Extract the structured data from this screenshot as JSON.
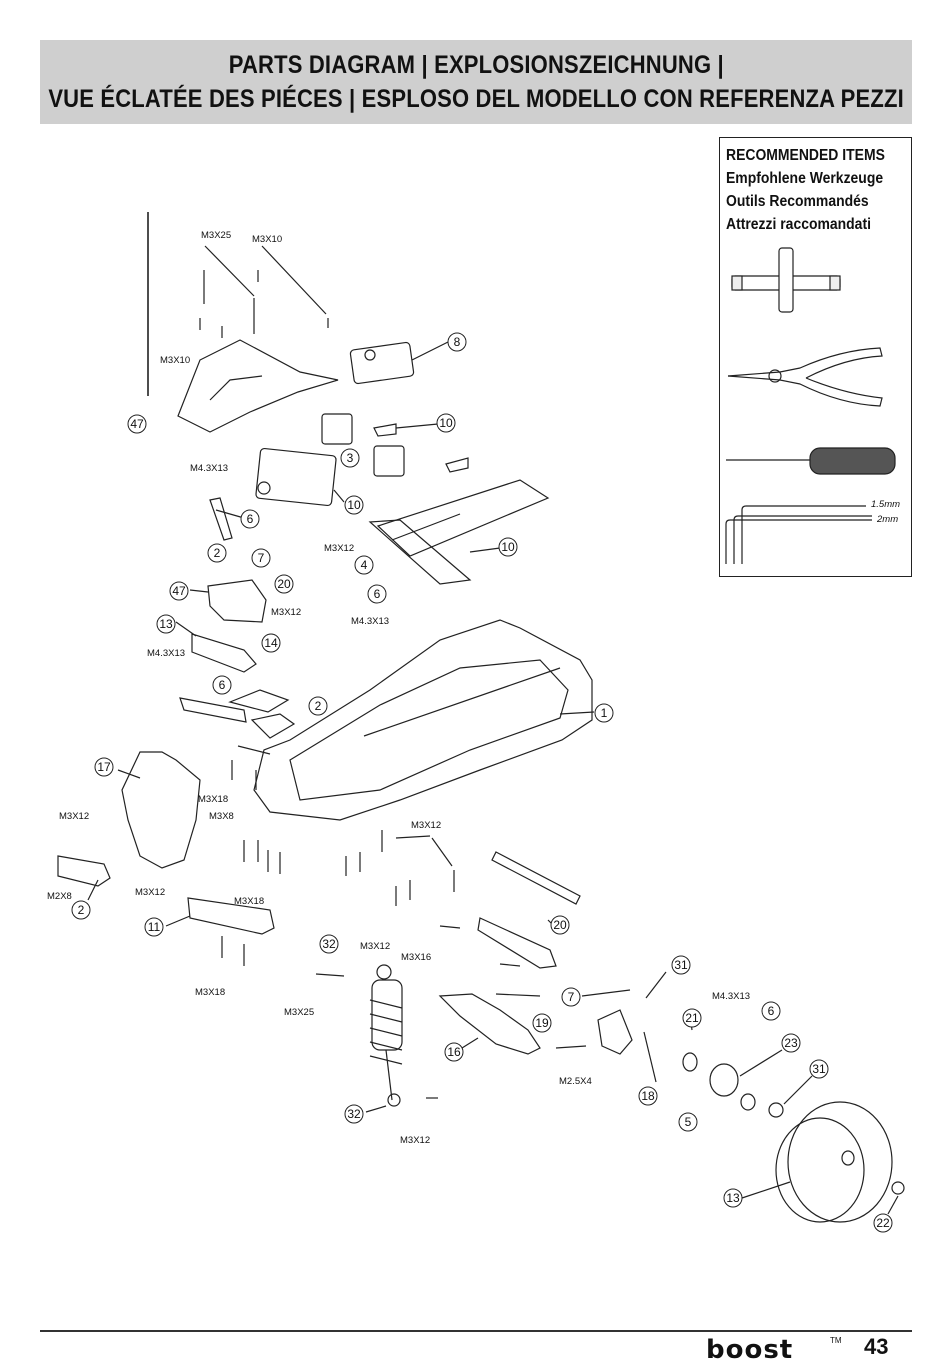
{
  "header": {
    "line1": "PARTS DIAGRAM | EXPLOSIONSZEICHNUNG |",
    "line2": "VUE ÉCLATÉE DES PIÉCES | ESPLOSO DEL MODELLO CON REFERENZA PEZZI"
  },
  "recommended": {
    "lines": [
      "RECOMMENDED ITEMS",
      "Empfohlene Werkzeuge",
      "Outils Recommandés",
      "Attrezzi raccomandati"
    ],
    "wrench_sizes": [
      "1.5mm",
      "2mm"
    ]
  },
  "screw_labels": {
    "m3x25_top": "M3X25",
    "m3x10_top": "M3X10",
    "m3x10_left": "M3X10",
    "m43x13_a": "M4.3X13",
    "m3x12_a": "M3X12",
    "m3x12_b": "M3X12",
    "m43x13_b": "M4.3X13",
    "m43x13_c": "M4.3X13",
    "m3x18_a": "M3X18",
    "m3x8": "M3X8",
    "m3x12_c": "M3X12",
    "m2x8": "M2X8",
    "m3x12_d": "M3X12",
    "m3x18_b": "M3X18",
    "m3x12_e": "M3X12",
    "m3x12_f": "M3X12",
    "m3x16": "M3X16",
    "m3x18_c": "M3X18",
    "m3x25_b": "M3X25",
    "m43x13_d": "M4.3X13",
    "m25x4": "M2.5X4",
    "m3x12_g": "M3X12"
  },
  "callouts": {
    "c8": "8",
    "c47a": "47",
    "c10a": "10",
    "c3": "3",
    "c10b": "10",
    "c6a": "6",
    "c2a": "2",
    "c7a": "7",
    "c4": "4",
    "c10c": "10",
    "c20a": "20",
    "c6b": "6",
    "c47b": "47",
    "c13a": "13",
    "c14": "14",
    "c6c": "6",
    "c2b": "2",
    "c1": "1",
    "c17": "17",
    "c2c": "2",
    "c11": "11",
    "c20b": "20",
    "c32a": "32",
    "c31a": "31",
    "c7b": "7",
    "c21": "21",
    "c6d": "6",
    "c19": "19",
    "c16": "16",
    "c23": "23",
    "c31b": "31",
    "c18": "18",
    "c5": "5",
    "c32b": "32",
    "c13b": "13",
    "c22": "22"
  },
  "footer": {
    "brand": "boost",
    "trademark": "TM",
    "page": "43"
  }
}
